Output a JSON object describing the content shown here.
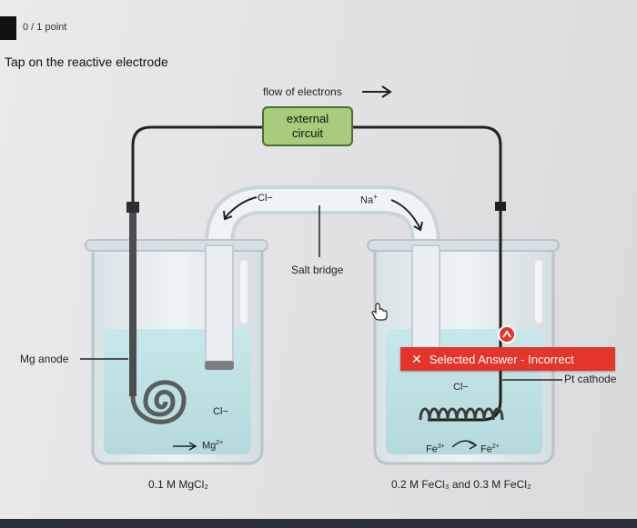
{
  "score": "0 / 1 point",
  "question": "Tap on the reactive electrode",
  "diagram": {
    "flow_label": "flow of electrons",
    "external_circuit": [
      "external",
      "circuit"
    ],
    "salt_bridge": "Salt bridge",
    "cl_bridge": "Cl−",
    "na_bridge": "Na",
    "na_charge": "+",
    "mg_anode": "Mg anode",
    "pt_cathode": "Pt cathode",
    "cl_left": "Cl−",
    "mg_ion": "Mg",
    "mg_charge": "2+",
    "cl_right": "Cl−",
    "fe3": "Fe",
    "fe3_charge": "3+",
    "fe2": "Fe",
    "fe2_charge": "2+",
    "left_solution": "0.1 M MgCl₂",
    "right_solution": "0.2 M FeCl₃ and 0.3 M FeCl₂"
  },
  "feedback": {
    "icon": "✕",
    "text": "Selected Answer - Incorrect",
    "color": "#e3352b"
  }
}
